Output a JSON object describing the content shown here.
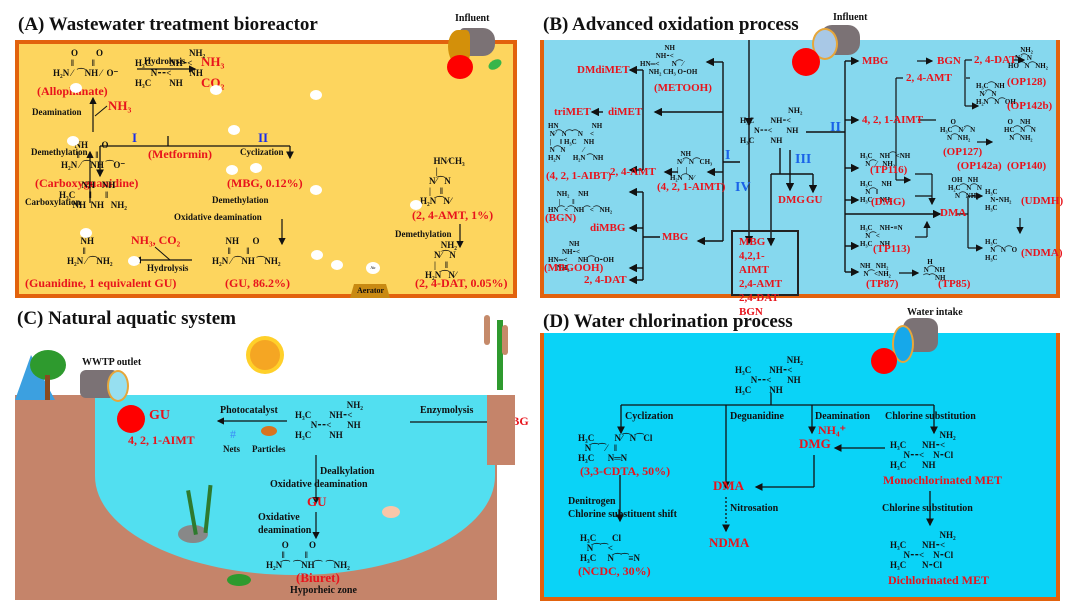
{
  "panels": {
    "a": {
      "title": "(A) Wastewater treatment bioreactor",
      "influent_label": "Influent",
      "aerator_label": "Aerator",
      "air_label": "Air",
      "hydrolysis_top": "Hydrolysis",
      "nh3_top": "NH3",
      "co2_top": "CO2",
      "allophanate": "(Allophanate)",
      "deamination": "Deamination",
      "nh3_deam": "NH3",
      "carboxyguanidine": "(Carboxyguanidine)",
      "carboxylation": "Carboxylation",
      "guanidine": "(Guanidine, 1 equivalent GU)",
      "nh3co2_bottom": "NH3, CO2",
      "hydrolysis_bottom": "Hydrolysis",
      "route_I": "I",
      "route_II": "II",
      "demethylation_left": "Demethylation",
      "cyclization": "Cyclization",
      "metformin": "(Metformin)",
      "mbg": "(MBG, 0.12%)",
      "demethylation_mid": "Demethylation",
      "oxidative_deamination": "Oxidative deamination",
      "gu": "(GU, 86.2%)",
      "amt": "(2, 4-AMT, 1%)",
      "demethylation_right": "Demethylation",
      "dat": "(2, 4-DAT, 0.05%)"
    },
    "b": {
      "title": "(B) Advanced oxidation process",
      "influent_label": "Influent",
      "route_I": "I",
      "route_II": "II",
      "route_III": "III",
      "route_IV": "IV",
      "dmdimet": "DMdiMET",
      "metooh": "(METOOH)",
      "trimet": "triMET",
      "dimet": "diMET",
      "aibt": "(4, 2, 1-AIBT)",
      "amt_left": "2, 4-AMT",
      "aimt": "(4, 2, 1-AIMT)",
      "bgn": "(BGN)",
      "dimbg": "diMBG",
      "mbg_left": "MBG",
      "mbgooh": "(MBGOOH)",
      "dat_left": "2, 4-DAT",
      "box_items": [
        "MBG",
        "4,2,1-AIMT",
        "2,4-AMT",
        "2,4-DAT",
        "BGN"
      ],
      "dmg_mid": "DMG",
      "gu_mid": "GU",
      "mbg_right": "MBG",
      "bgn_right": "BGN",
      "aimt_right": "4, 2, 1-AIMT",
      "amt_right": "2, 4-AMT",
      "dat_right": "2, 4-DAT",
      "op128": "(OP128)",
      "op142b": "(OP142b)",
      "op127": "(OP127)",
      "op142a": "(OP142a)",
      "op140": "(OP140)",
      "tp116": "(TP116)",
      "dmg_right": "(DMG)",
      "dma": "DMA",
      "udmh": "(UDMH)",
      "ndma": "(NDMA)",
      "tp113": "(TP113)",
      "tp87": "(TP87)",
      "tp85": "(TP85)"
    },
    "c": {
      "title": "(C) Natural aquatic system",
      "wwtp_outlet": "WWTP outlet",
      "gu_left": "GU",
      "aimt": "4, 2, 1-AIMT",
      "photocatalyst": "Photocatalyst",
      "nets": "Nets",
      "particles": "Particles",
      "enzymolysis": "Enzymolysis",
      "mbg": "MBG",
      "dealkylation": "Dealkylation",
      "oxidative_deamination_1": "Oxidative deamination",
      "gu_mid": "GU",
      "oxidative": "Oxidative",
      "deamination": "deamination",
      "biuret": "(Biuret)",
      "hyporheic_zone": "Hyporheic zone"
    },
    "d": {
      "title": "(D) Water chlorination process",
      "water_intake": "Water intake",
      "cyclization": "Cyclization",
      "deguanidine": "Deguanidine",
      "deamination": "Deamination",
      "nh4": "NH4+",
      "chlorine_substitution_1": "Chlorine substitution",
      "cdta": "(3,3-CDTA, 50%)",
      "dmg": "DMG",
      "dma": "DMA",
      "monochlorinated": "Monochlorinated MET",
      "denitrogen": "Denitrogen",
      "chlorine_shift": "Chlorine substituent shift",
      "nitrosation": "Nitrosation",
      "ndma": "NDMA",
      "chlorine_substitution_2": "Chlorine substitution",
      "ncdc": "(NCDC, 30%)",
      "dichlorinated": "Dichlorinated MET"
    }
  },
  "colors": {
    "panel_border": "#e2620d",
    "bioreactor_bg": "#fdd55e",
    "aop_bg": "#86d8ee",
    "chlorination_bg": "#0ad3f7",
    "water": "#52dff0",
    "soil": "#c5846a",
    "product_red": "#e8141c",
    "route_blue": "#1a63e8"
  }
}
